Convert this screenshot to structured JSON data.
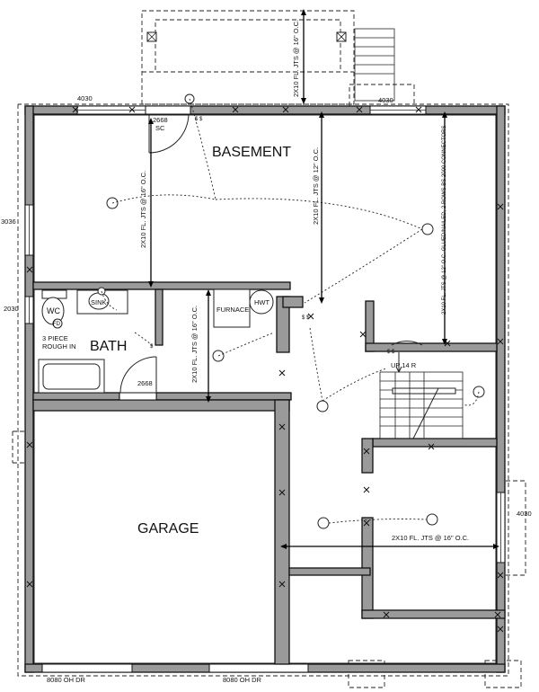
{
  "rooms": {
    "basement": "BASEMENT",
    "bath": "BATH",
    "garage": "GARAGE",
    "furnace": "FURNACE",
    "hwt": "HWT",
    "sink": "SINK",
    "wc": "WC",
    "fd": "FD"
  },
  "notes": {
    "plumbing": [
      "3 PIECE",
      "ROUGH IN"
    ],
    "stair": "UP 14 R"
  },
  "windows": {
    "top_left": "4030",
    "top_right": "4030",
    "left_upper": "3036",
    "left_lower": "2030",
    "right": "4030"
  },
  "doors": {
    "entry": [
      "2668",
      "SC"
    ],
    "bath": "2668",
    "garage_left": "8080 OH DR",
    "garage_right": "8080 OH DR"
  },
  "joists": {
    "deck": "2X10 FL. JTS @ 16\" O.C.",
    "basement_left": "2X10 FL. JTS @ 16\" O.C.",
    "basement_center": "2X10 FL. JTS @ 12\" O.C.",
    "bath_furnace": "2X10 FL. JTS @ 16\" O.C.",
    "right_long": "2X10 FL. JTS @ 12\" O.C. GLUED/NAILED, 2 ROWS BS 2000 CONNECTORS",
    "lower_right": "2X10 FL. JTS @ 16\" O.C."
  }
}
